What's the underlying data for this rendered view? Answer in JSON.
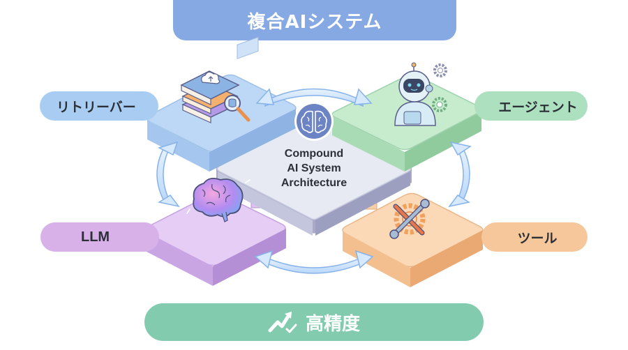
{
  "title": "複合AIシステム",
  "center": {
    "icon": "brain-icon",
    "label_lines": [
      "Compound",
      "AI System",
      "Architecture"
    ]
  },
  "components": [
    {
      "id": "retriever",
      "label": "リトリーバー",
      "icon": "books-database-search-icon",
      "color": "#a9cdf2",
      "tile_color": "#b7d5f5"
    },
    {
      "id": "agent",
      "label": "エージェント",
      "icon": "robot-gears-icon",
      "color": "#ace0bf",
      "tile_color": "#bfe6c8"
    },
    {
      "id": "llm",
      "label": "LLM",
      "icon": "brain-icon",
      "color": "#d7b1e8",
      "tile_color": "#e2c6f2"
    },
    {
      "id": "tool",
      "label": "ツール",
      "icon": "wrench-screwdriver-gear-icon",
      "color": "#f5c79a",
      "tile_color": "#f8d1ab"
    }
  ],
  "connections": [
    {
      "from": "retriever",
      "to": "agent",
      "type": "bidirectional"
    },
    {
      "from": "retriever",
      "to": "llm",
      "type": "bidirectional"
    },
    {
      "from": "agent",
      "to": "tool",
      "type": "bidirectional"
    },
    {
      "from": "llm",
      "to": "tool",
      "type": "bidirectional"
    }
  ],
  "outcome": {
    "label": "高精度",
    "icon": "trending-up-check-icon"
  },
  "colors": {
    "title_banner": "#86a9e4",
    "outcome_banner": "#82cbaf",
    "arrows": "#9cc3f2",
    "center_tile": "#e6e8f2"
  }
}
